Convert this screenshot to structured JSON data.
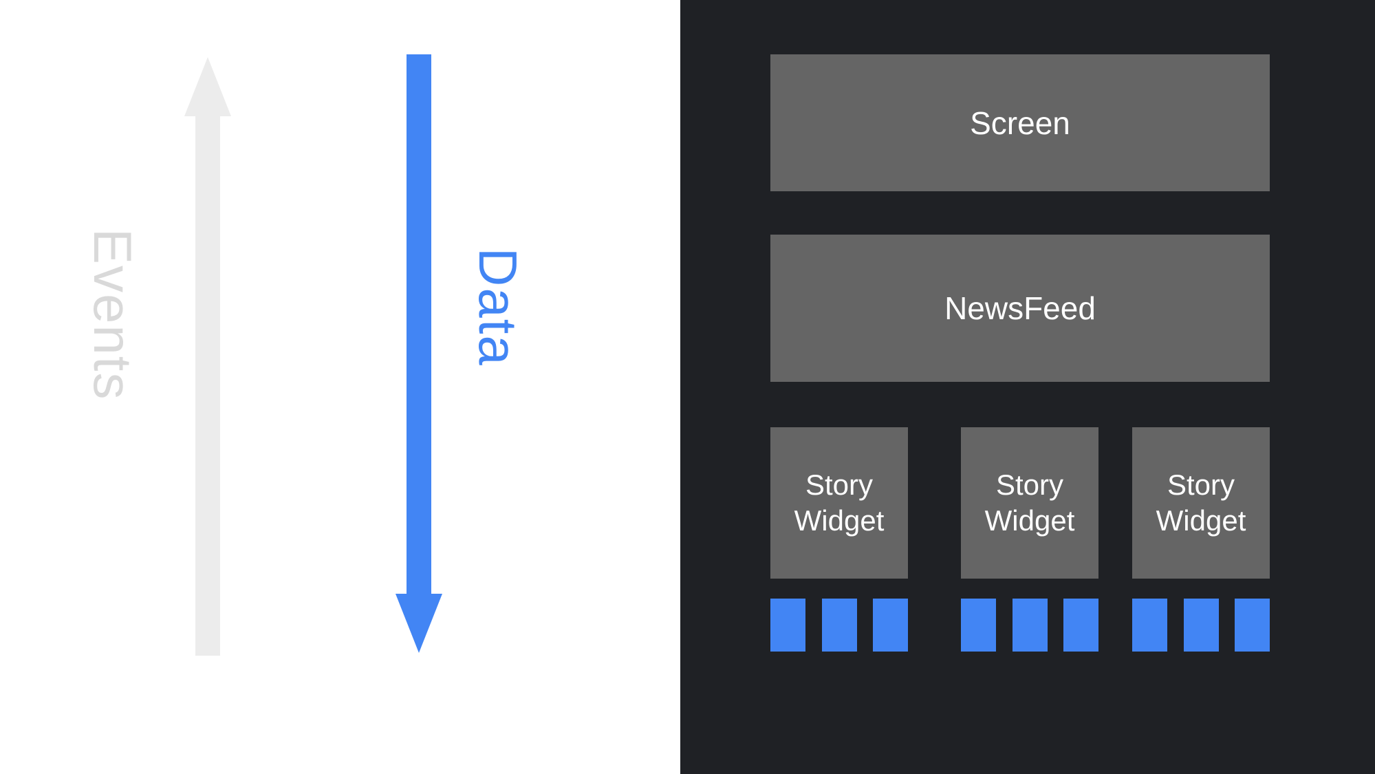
{
  "colors": {
    "accent_blue": "#4285f4",
    "panel_dark": "#1f2125",
    "box_gray": "#656565",
    "arrow_gray": "#ececec",
    "events_text_gray": "#d9d9d9"
  },
  "left_panel": {
    "events_label": "Events",
    "data_label": "Data",
    "events_arrow_direction": "up",
    "data_arrow_direction": "down"
  },
  "right_panel": {
    "screen_label": "Screen",
    "newsfeed_label": "NewsFeed",
    "story_widgets": [
      {
        "label": "Story Widget",
        "tile_count": 3
      },
      {
        "label": "Story Widget",
        "tile_count": 3
      },
      {
        "label": "Story Widget",
        "tile_count": 3
      }
    ]
  }
}
